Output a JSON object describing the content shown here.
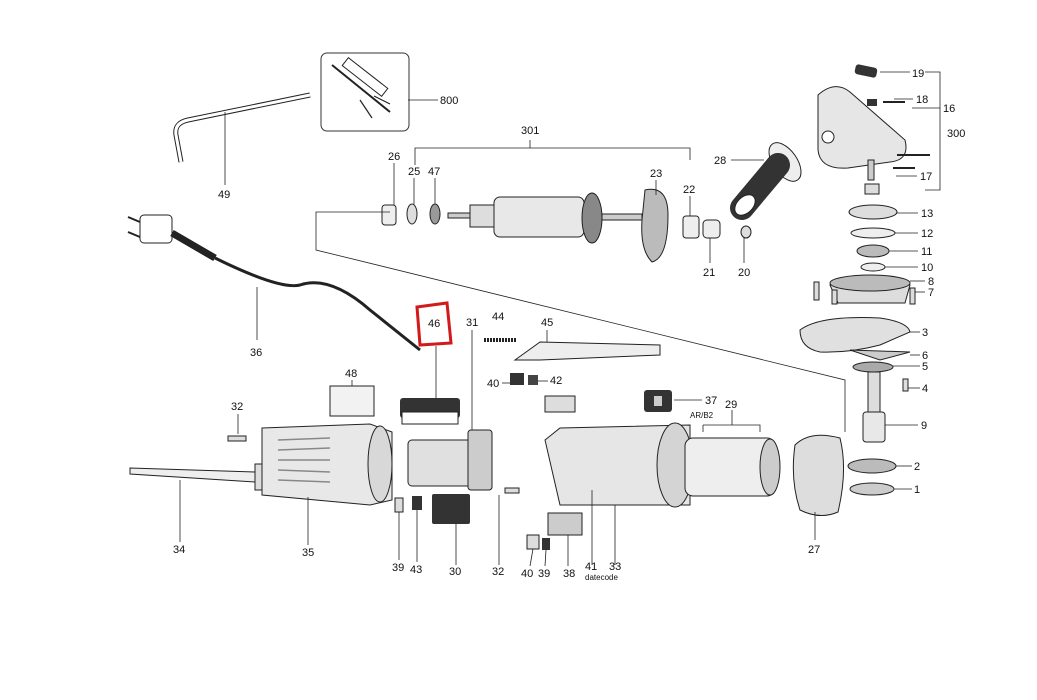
{
  "labels": {
    "l800": "800",
    "l49": "49",
    "l301": "301",
    "l26": "26",
    "l25": "25",
    "l47": "47",
    "l23": "23",
    "l22": "22",
    "l21": "21",
    "l20": "20",
    "l28": "28",
    "l19": "19",
    "l18": "18",
    "l16": "16",
    "l300": "300",
    "l17": "17",
    "l13": "13",
    "l12": "12",
    "l11": "11",
    "l10": "10",
    "l8": "8",
    "l7": "7",
    "l3": "3",
    "l6": "6",
    "l5": "5",
    "l4": "4",
    "l9": "9",
    "l2": "2",
    "l1": "1",
    "l27": "27",
    "l36": "36",
    "l46": "46",
    "l31": "31",
    "l44": "44",
    "l45": "45",
    "l48": "48",
    "l40a": "40",
    "l42": "42",
    "l37": "37",
    "l29": "29",
    "l32a": "32",
    "l35": "35",
    "l34": "34",
    "l39a": "39",
    "l43": "43",
    "l30": "30",
    "l32b": "32",
    "l40b": "40",
    "l39b": "39",
    "l38": "38",
    "l41": "41",
    "l33": "33",
    "arb2": "AR/B2",
    "datecode": "datecode"
  },
  "colors": {
    "highlight": "#d11a1a",
    "ink": "#222222",
    "shade": "#555555"
  }
}
